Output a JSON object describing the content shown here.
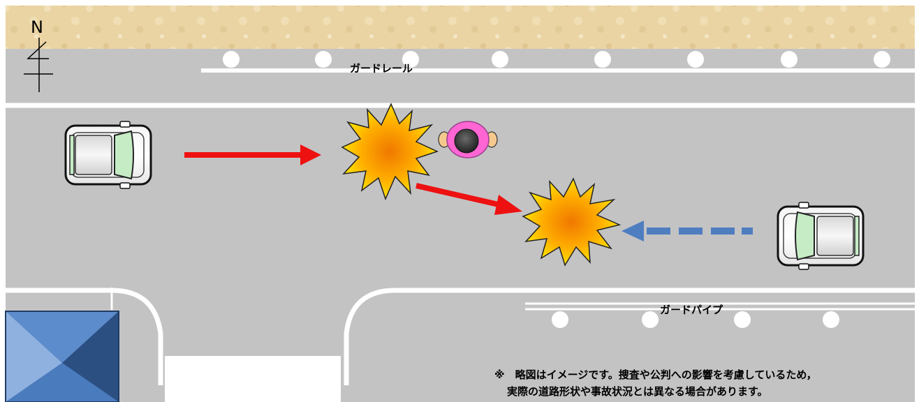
{
  "compass": {
    "north_label": "N"
  },
  "labels": {
    "guardrail": "ガードレール",
    "guard_pipe": "ガードパイプ"
  },
  "disclaimer": {
    "line1": "※　略図はイメージです。捜査や公判への影響を考慮しているため，",
    "line2": "実際の道路形状や事故状況とは異なる場合があります。"
  },
  "colors": {
    "road": "#c3c3c4",
    "ground": "#ecd7a8",
    "lane_line": "#ffffff",
    "movement_arrow": "#ee1111",
    "oncoming_arrow": "#4f7ec0",
    "impact_burst_outer": "#ffd400",
    "impact_burst_inner": "#f28a00",
    "car_window": "#c6ecc6",
    "pedestrian_body": "#ff66d4",
    "building_roof": "#4f7ec0"
  },
  "icons": {
    "car": "car-icon",
    "pedestrian": "pedestrian-icon",
    "impact": "collision-burst-icon",
    "compass": "compass-icon"
  }
}
